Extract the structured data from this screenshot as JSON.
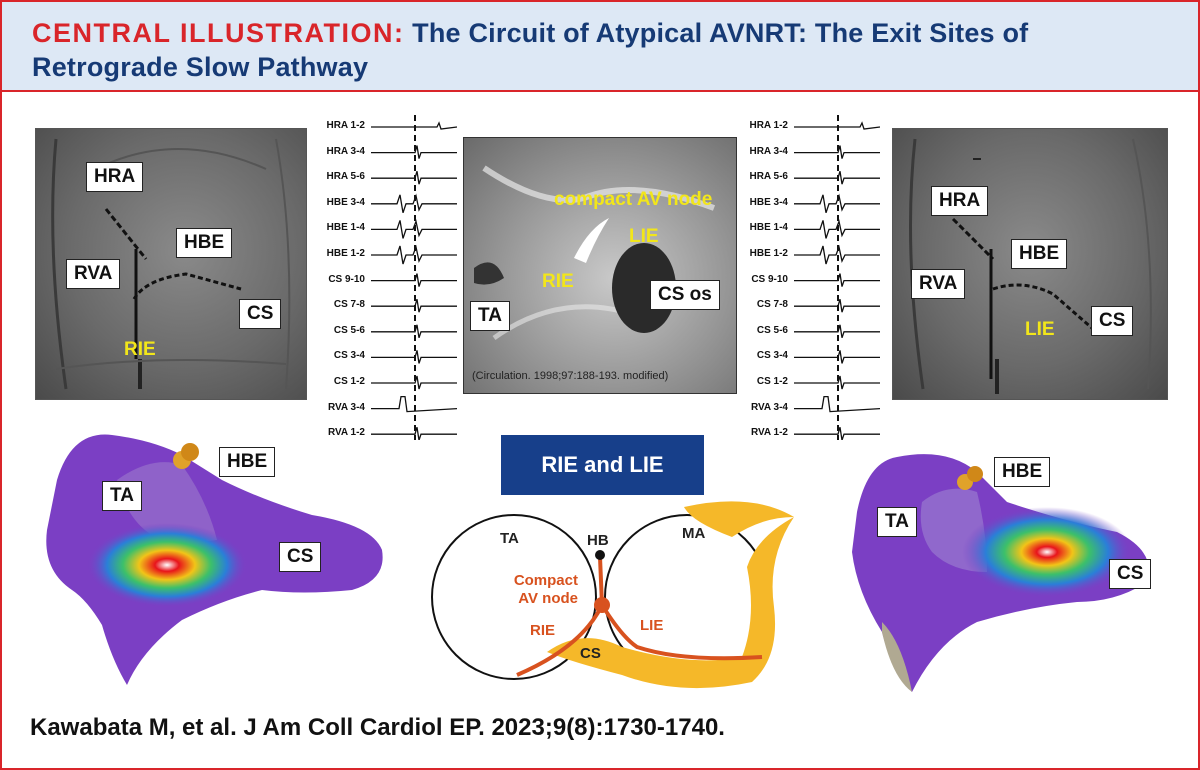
{
  "header": {
    "lead": "CENTRAL ILLUSTRATION:",
    "title": "The Circuit of Atypical AVNRT: The Exit Sites of Retrograde Slow Pathway"
  },
  "left_fluoro": {
    "labels": {
      "hra": "HRA",
      "hbe": "HBE",
      "rva": "RVA",
      "cs": "CS",
      "rie": "RIE"
    }
  },
  "right_fluoro": {
    "labels": {
      "hra": "HRA",
      "hbe": "HBE",
      "rva": "RVA",
      "cs": "CS",
      "lie": "LIE"
    }
  },
  "egm_channels": [
    "HRA 1-2",
    "HRA 3-4",
    "HRA 5-6",
    "HBE 3-4",
    "HBE 1-4",
    "HBE 1-2",
    "CS 9-10",
    "CS 7-8",
    "CS 5-6",
    "CS 3-4",
    "CS 1-2",
    "RVA 3-4",
    "RVA 1-2"
  ],
  "anatomy": {
    "labels": {
      "node": "compact AV node",
      "lie": "LIE",
      "rie": "RIE",
      "ta": "TA",
      "csos": "CS os"
    },
    "caption": "(Circulation. 1998;97:188-193. modified)"
  },
  "left_map": {
    "labels": {
      "hbe": "HBE",
      "ta": "TA",
      "cs": "CS"
    }
  },
  "right_map": {
    "labels": {
      "hbe": "HBE",
      "ta": "TA",
      "cs": "CS"
    }
  },
  "schematic": {
    "box": "RIE and LIE",
    "labels": {
      "ta": "TA",
      "hb": "HB",
      "ma": "MA",
      "node_l1": "Compact",
      "node_l2": "AV node",
      "rie": "RIE",
      "lie": "LIE",
      "cs": "CS"
    }
  },
  "citation": "Kawabata M, et al. J Am Coll Cardiol EP. 2023;9(8):1730-1740.",
  "colors": {
    "accent_red": "#d9252a",
    "navy": "#163a75",
    "banner_bg": "#dde8f5",
    "pathway_orange": "#d8521f",
    "cs_yellow": "#f5b829"
  }
}
